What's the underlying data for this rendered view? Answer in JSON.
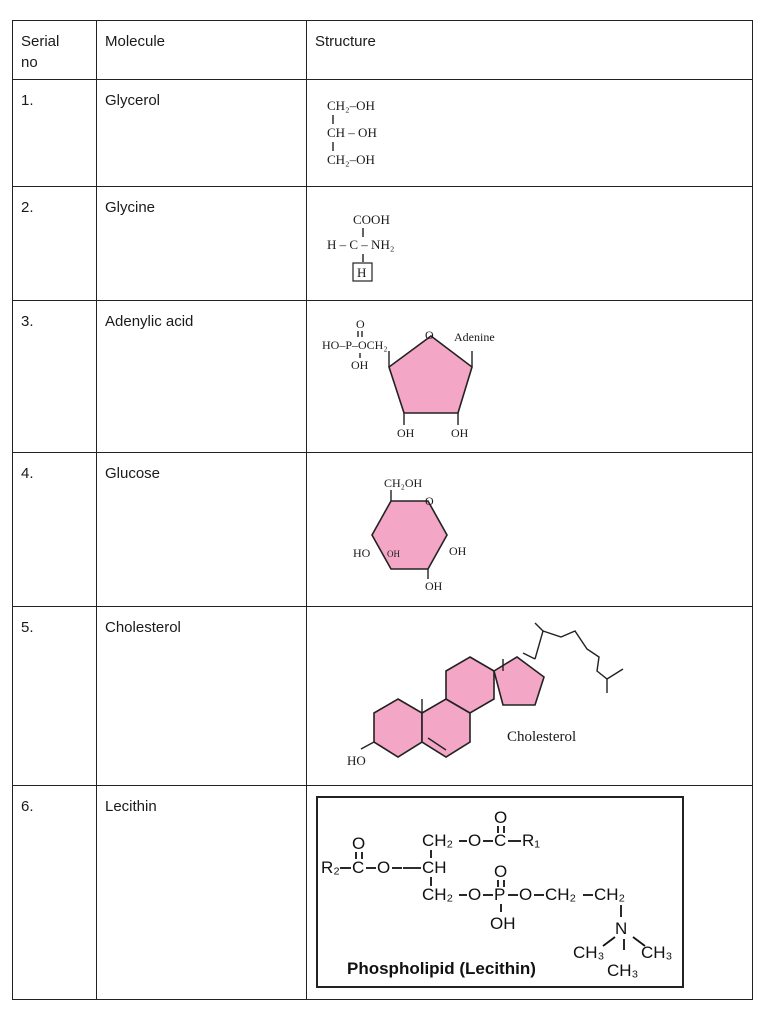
{
  "table": {
    "headers": {
      "serial": "Serial\nno",
      "molecule": "Molecule",
      "structure": "Structure"
    },
    "rows": [
      {
        "serial": "1.",
        "molecule": "Glycerol"
      },
      {
        "serial": "2.",
        "molecule": "Glycine"
      },
      {
        "serial": "3.",
        "molecule": "Adenylic acid"
      },
      {
        "serial": "4.",
        "molecule": "Glucose"
      },
      {
        "serial": "5.",
        "molecule": "Cholesterol"
      },
      {
        "serial": "6.",
        "molecule": "Lecithin"
      }
    ]
  },
  "structures": {
    "glycerol": {
      "l1": "CH₂–OH",
      "l2": "CH – OH",
      "l3": "CH₂–OH"
    },
    "glycine": {
      "top": "COOH",
      "mid": "H – C – NH₂",
      "h": "H"
    },
    "adenylic": {
      "o_top": "O",
      "ho_p": "HO–P–OCH₂",
      "oh": "OH",
      "ring_o": "O",
      "adenine": "Adenine",
      "oh1": "OH",
      "oh2": "OH"
    },
    "glucose": {
      "ch2oh": "CH₂OH",
      "o": "O",
      "ho": "HO",
      "oh_in": "OH",
      "oh_r": "OH",
      "oh_b": "OH"
    },
    "cholesterol": {
      "ho": "HO",
      "name": "Cholesterol"
    },
    "lecithin": {
      "caption": "Phospholipid (Lecithin)",
      "r1": "R₁",
      "r2": "R₂",
      "o": "O",
      "ch2": "CH₂",
      "ch": "CH",
      "p": "P",
      "oh": "OH",
      "n": "N",
      "ch3": "CH₃"
    }
  },
  "colors": {
    "ring_fill": "#f4a6c6",
    "border": "#222222"
  }
}
